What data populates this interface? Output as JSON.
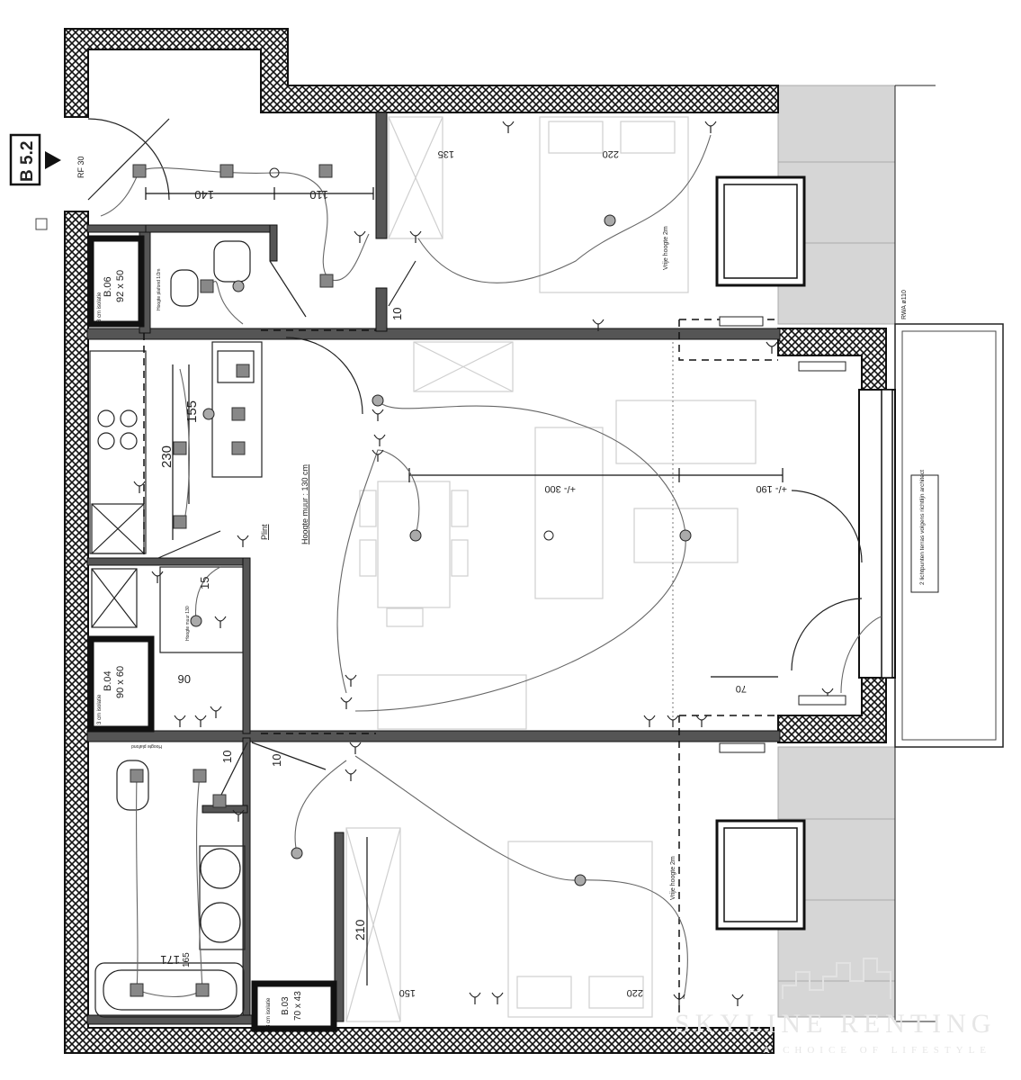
{
  "unit_marker": {
    "label": "B 5.2",
    "door_rating": "RF 30"
  },
  "storage": [
    {
      "code": "B.06",
      "size": "92 x 50",
      "note": "3 cm isolatie"
    },
    {
      "code": "B.04",
      "size": "90 x 60",
      "note": "3 cm isolatie"
    },
    {
      "code": "B.03",
      "size": "70 x 43",
      "note": "3 cm isolatie"
    }
  ],
  "dimensions": {
    "entry_140": "140",
    "entry_110": "110",
    "bed1_135": "135",
    "bed1_220": "220",
    "kitchen_155": "155",
    "kitchen_230": "230",
    "living_300": "+/- 300",
    "living_190": "+/- 190",
    "utility_15": "15",
    "utility_06": "06",
    "bath_10a": "10",
    "bath_10b": "10",
    "bed2_210": "210",
    "bed2_150": "150",
    "bed2_220": "220",
    "bath_171": "171",
    "bath_165": "165",
    "living_70": "70",
    "bed1_10": "10"
  },
  "annotations": {
    "wall_height": "Hoogte muur : 130 cm",
    "plint": "Plint",
    "free_height_1": "Vrije hoogte 2m",
    "free_height_2": "Vrije hoogte 2m",
    "rwa": "RWA ø110",
    "terrace_lights": "2 lichtpunten terras volgens richtlijn architect",
    "wc_height": "Hoogte plafond 1/2m",
    "utility_wall": "Hoogte muur 130",
    "bath_wall": "Hoogte plafond"
  },
  "watermark": {
    "brand": "SKYLINE RENTING",
    "tagline": "A CHOICE OF LIFESTYLE"
  },
  "colors": {
    "wall": "#555555",
    "hatch": "#111111",
    "outdoor": "#d6d6d6"
  }
}
